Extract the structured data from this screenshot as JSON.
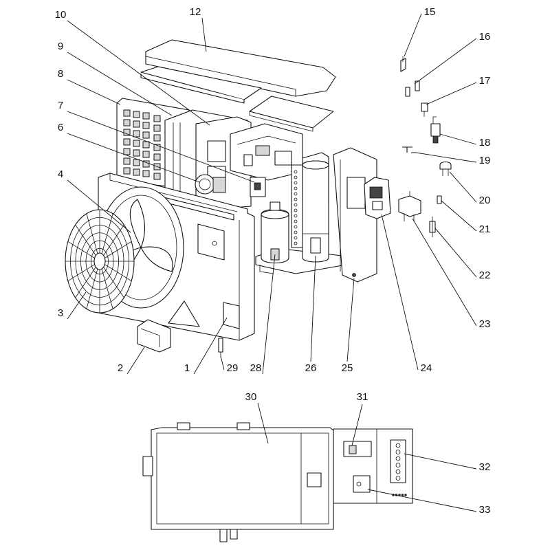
{
  "colors": {
    "line": "#111111",
    "fill": "#ffffff",
    "shade": "#d7d7d7"
  },
  "callouts": [
    {
      "label": "1"
    },
    {
      "label": "2"
    },
    {
      "label": "3"
    },
    {
      "label": "4"
    },
    {
      "label": "6"
    },
    {
      "label": "7"
    },
    {
      "label": "8"
    },
    {
      "label": "9"
    },
    {
      "label": "10"
    },
    {
      "label": "12"
    },
    {
      "label": "15"
    },
    {
      "label": "16"
    },
    {
      "label": "17"
    },
    {
      "label": "18"
    },
    {
      "label": "19"
    },
    {
      "label": "20"
    },
    {
      "label": "21"
    },
    {
      "label": "22"
    },
    {
      "label": "23"
    },
    {
      "label": "24"
    },
    {
      "label": "25"
    },
    {
      "label": "26"
    },
    {
      "label": "28"
    },
    {
      "label": "29"
    },
    {
      "label": "30"
    },
    {
      "label": "31"
    },
    {
      "label": "32"
    },
    {
      "label": "33"
    }
  ]
}
